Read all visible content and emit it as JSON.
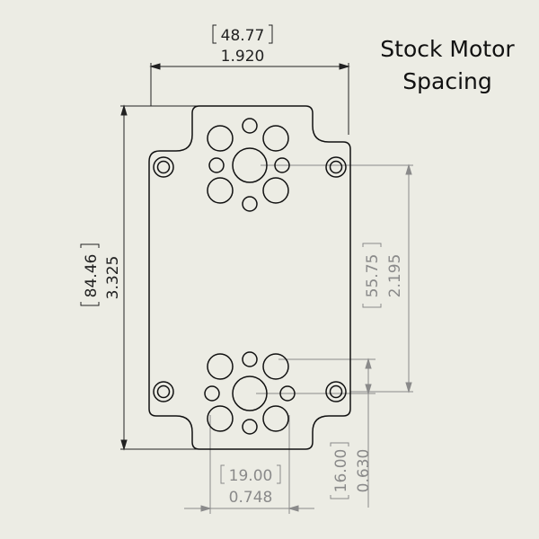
{
  "title": {
    "line1": "Stock Motor",
    "line2": "Spacing"
  },
  "dimensions": {
    "overall_width": {
      "mm": "48.77",
      "inch": "1.920"
    },
    "overall_height": {
      "mm": "84.46",
      "inch": "3.325"
    },
    "mount_spacing": {
      "mm": "55.75",
      "inch": "2.195"
    },
    "motor_hole_offset": {
      "mm": "16.00",
      "inch": "0.630"
    },
    "motor_hole_spacing": {
      "mm": "19.00",
      "inch": "0.748"
    }
  },
  "colors": {
    "background": "#ecece4",
    "part_outline": "#111111",
    "primary_dimension": "#222222",
    "secondary_dimension": "#8a8a8a"
  }
}
